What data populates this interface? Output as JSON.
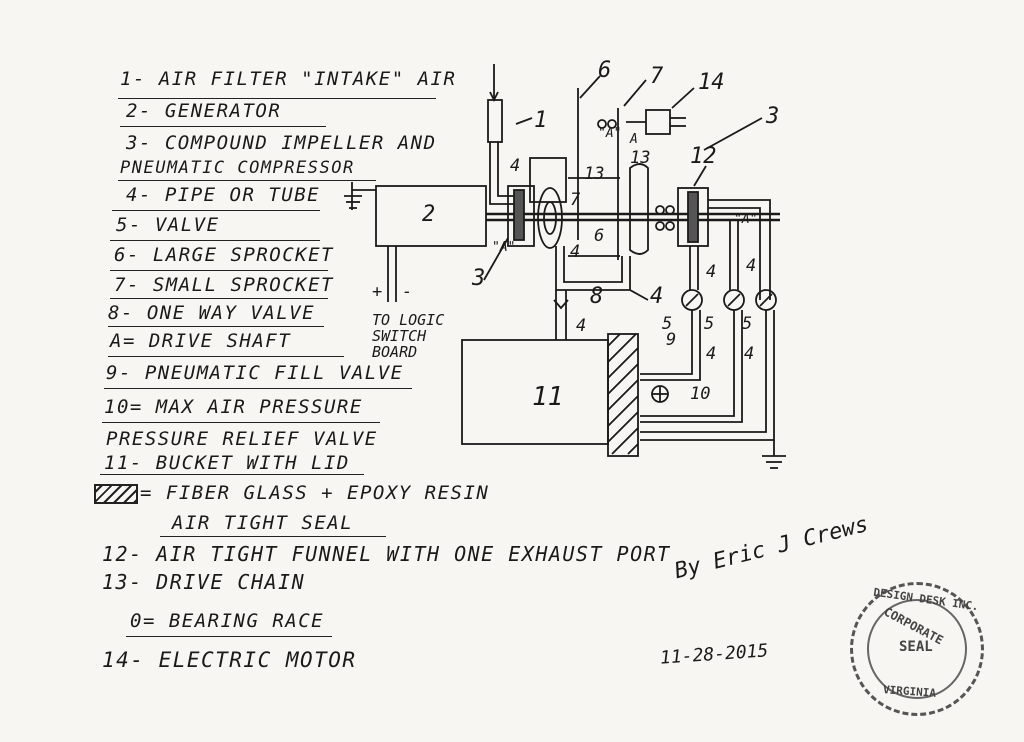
{
  "legend": [
    "1- AIR FILTER \"INTAKE\" AIR",
    "2- GENERATOR",
    "3- COMPOUND IMPELLER AND",
    "PNEUMATIC COMPRESSOR",
    "4- PIPE OR TUBE",
    "5- VALVE",
    "6- LARGE SPROCKET",
    "7- SMALL SPROCKET",
    "8- ONE WAY VALVE",
    "A= DRIVE SHAFT",
    "9- PNEUMATIC FILL VALVE",
    "10= MAX AIR PRESSURE",
    "PRESSURE RELIEF VALVE",
    "11- BUCKET WITH LID",
    "= FIBER GLASS + EPOXY RESIN",
    "AIR TIGHT SEAL",
    "12- AIR TIGHT FUNNEL WITH ONE EXHAUST PORT",
    "13- DRIVE CHAIN",
    "0= BEARING RACE",
    "14- ELECTRIC MOTOR"
  ],
  "diagram": {
    "generator": "2",
    "bucket": "11",
    "logic_note": "TO LOGIC SWITCH BOARD",
    "plus": "+",
    "minus": "-",
    "callouts": [
      "1",
      "6",
      "7",
      "14",
      "3",
      "12",
      "13",
      "13",
      "4",
      "4",
      "4",
      "4",
      "4",
      "4",
      "4",
      "4",
      "7",
      "6",
      "3",
      "8",
      "5",
      "5",
      "5",
      "9",
      "10",
      "\"A\"",
      "\"A\"",
      "\"A\"",
      "A"
    ]
  },
  "signature": {
    "text": "By Eric J Crews",
    "date": "11-28-2015"
  },
  "seal": {
    "top": "DESIGN DESK INC.",
    "middle": "CORPORATE",
    "center": "SEAL",
    "bottom": "VIRGINIA"
  }
}
